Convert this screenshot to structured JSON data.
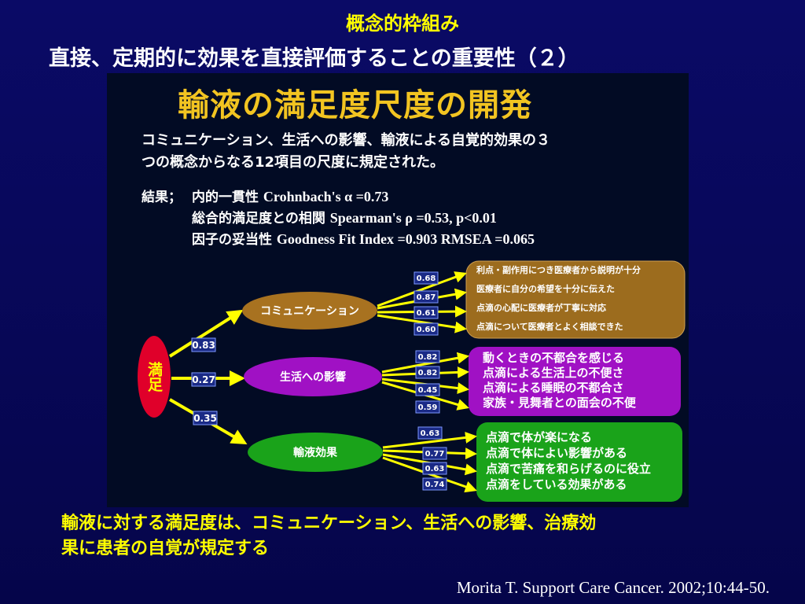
{
  "header": {
    "title": "概念的枠組み",
    "subtitle": "直接、定期的に効果を直接評価することの重要性（２）"
  },
  "slide": {
    "title": "輸液の満足度尺度の開発",
    "description": [
      "コミュニケーション、生活への影響、輸液による自覚的効果の３",
      "つの概念からなる12項目の尺度に規定された。"
    ],
    "results": {
      "label": "結果；",
      "rows": [
        {
          "name": "内的一貫性",
          "stat": "Crohnbach's  α   =0.73"
        },
        {
          "name": "総合的満足度との相関",
          "stat": "Spearman's  ρ =0.53, p<0.01"
        },
        {
          "name": "因子の妥当性",
          "stat": "Goodness Fit Index =0.903    RMSEA =0.065"
        }
      ]
    }
  },
  "diagram": {
    "root": "満足",
    "factors": [
      {
        "name": "コミュニケーション",
        "loading": "0.83",
        "color": "#9c6c1e",
        "item_loadings": [
          "0.68",
          "0.87",
          "0.61",
          "0.60"
        ],
        "items": [
          "利点・副作用につき医療者から説明が十分",
          "医療者に自分の希望を十分に伝えた",
          "点滴の心配に医療者が丁寧に対応",
          "点滴について医療者とよく相談できた"
        ]
      },
      {
        "name": "生活への影響",
        "loading": "0.27",
        "color": "#a011c4",
        "item_loadings": [
          "0.82",
          "0.82",
          "0.45",
          "0.59"
        ],
        "items": [
          "動くときの不都合を感じる",
          "点滴による生活上の不便さ",
          "点滴による睡眠の不都合さ",
          "家族・見舞者との面会の不便"
        ]
      },
      {
        "name": "輸液効果",
        "loading": "0.35",
        "color": "#1aa31a",
        "item_loadings": [
          "0.63",
          "0.77",
          "0.63",
          "0.74"
        ],
        "items": [
          "点滴で体が楽になる",
          "点滴で体によい影響がある",
          "点滴で苦痛を和らげるのに役立",
          "点滴をしている効果がある"
        ]
      }
    ]
  },
  "note": [
    "輸液に対する満足度は、コミュニケーション、生活への影響、治療効",
    "果に患者の自覚が規定する"
  ],
  "citation": "Morita T. Support Care Cancer. 2002;10:44-50."
}
